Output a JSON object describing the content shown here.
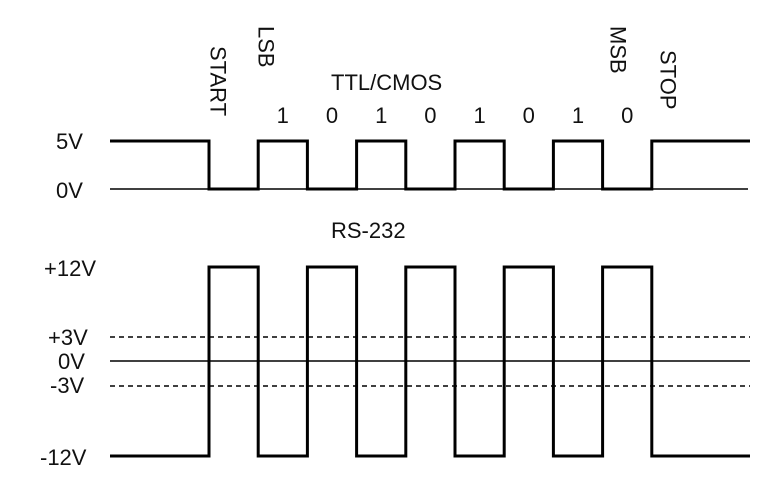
{
  "labels": {
    "ttl_title": "TTL/CMOS",
    "rs232_title": "RS-232",
    "start": "START",
    "lsb": "LSB",
    "msb": "MSB",
    "stop": "STOP"
  },
  "ttl_levels": {
    "high": "5V",
    "low": "0V"
  },
  "rs232_levels": {
    "plus12": "+12V",
    "plus3": "+3V",
    "zero": "0V",
    "minus3": "-3V",
    "minus12": "-12V"
  },
  "bits": [
    "1",
    "0",
    "1",
    "0",
    "1",
    "0",
    "1",
    "0"
  ],
  "colors": {
    "ink": "#000000",
    "background": "#ffffff"
  }
}
